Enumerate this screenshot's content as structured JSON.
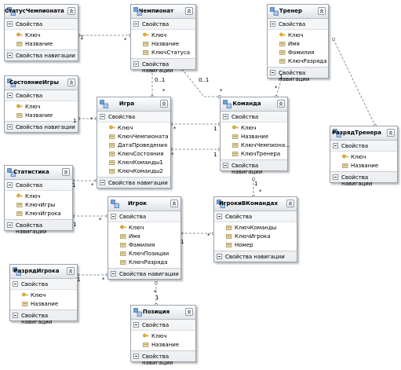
{
  "diagram": {
    "labels": {
      "properties": "Свойства",
      "navigation": "Свойства навигации"
    },
    "entities": [
      {
        "id": "status",
        "name": "СтатусЧемпионата",
        "props": [
          {
            "name": "Ключ",
            "key": true
          },
          {
            "name": "Название",
            "key": false
          }
        ]
      },
      {
        "id": "champ",
        "name": "Чемпионат",
        "props": [
          {
            "name": "Ключ",
            "key": true
          },
          {
            "name": "Название",
            "key": false
          },
          {
            "name": "КлючСтатуса",
            "key": false
          }
        ]
      },
      {
        "id": "coach",
        "name": "Тренер",
        "props": [
          {
            "name": "Ключ",
            "key": true
          },
          {
            "name": "Имя",
            "key": false
          },
          {
            "name": "Фамилия",
            "key": false
          },
          {
            "name": "КлючРазряда",
            "key": false
          }
        ]
      },
      {
        "id": "gstate",
        "name": "СостояниеИгры",
        "props": [
          {
            "name": "Ключ",
            "key": true
          },
          {
            "name": "Название",
            "key": false
          }
        ]
      },
      {
        "id": "game",
        "name": "Игра",
        "props": [
          {
            "name": "Ключ",
            "key": true
          },
          {
            "name": "КлючЧемпионата",
            "key": false
          },
          {
            "name": "ДатаПроведения",
            "key": false
          },
          {
            "name": "КлючСостояния",
            "key": false
          },
          {
            "name": "КлючКоманды1",
            "key": false
          },
          {
            "name": "КлючКоманды2",
            "key": false
          }
        ]
      },
      {
        "id": "team",
        "name": "Команда",
        "props": [
          {
            "name": "Ключ",
            "key": true
          },
          {
            "name": "Название",
            "key": false
          },
          {
            "name": "КлючЧемпиона...",
            "key": false
          },
          {
            "name": "КлючТренера",
            "key": false
          }
        ]
      },
      {
        "id": "coachrank",
        "name": "РазрядТренера",
        "props": [
          {
            "name": "Ключ",
            "key": true
          },
          {
            "name": "Название",
            "key": false
          }
        ]
      },
      {
        "id": "stat",
        "name": "Статистика",
        "props": [
          {
            "name": "Ключ",
            "key": true
          },
          {
            "name": "КлючИгры",
            "key": false
          },
          {
            "name": "КлючИгрока",
            "key": false
          }
        ]
      },
      {
        "id": "player",
        "name": "Игрок",
        "props": [
          {
            "name": "Ключ",
            "key": true
          },
          {
            "name": "Имя",
            "key": false
          },
          {
            "name": "Фамилия",
            "key": false
          },
          {
            "name": "КлючПозиции",
            "key": false
          },
          {
            "name": "КлючРазряда",
            "key": false
          }
        ]
      },
      {
        "id": "pteam",
        "name": "ИгрокиВКомандах",
        "props": [
          {
            "name": "КлючКоманды",
            "key": false
          },
          {
            "name": "КлючИгрока",
            "key": false
          },
          {
            "name": "Номер",
            "key": false
          }
        ]
      },
      {
        "id": "prank",
        "name": "РазрядИгрока",
        "props": [
          {
            "name": "Ключ",
            "key": true
          },
          {
            "name": "Название",
            "key": false
          }
        ]
      },
      {
        "id": "pos",
        "name": "Позиция",
        "props": [
          {
            "name": "Ключ",
            "key": true
          },
          {
            "name": "Название",
            "key": false
          }
        ]
      }
    ],
    "multiplicities": [
      "1",
      "*",
      "0..1",
      "*",
      "0..1",
      "*",
      "*",
      "1",
      "1",
      "*",
      "*",
      "1",
      "*",
      "1",
      "1",
      "*",
      "1",
      "*",
      "1",
      "*",
      "1",
      "*",
      "1",
      "*",
      "*",
      "1"
    ]
  }
}
